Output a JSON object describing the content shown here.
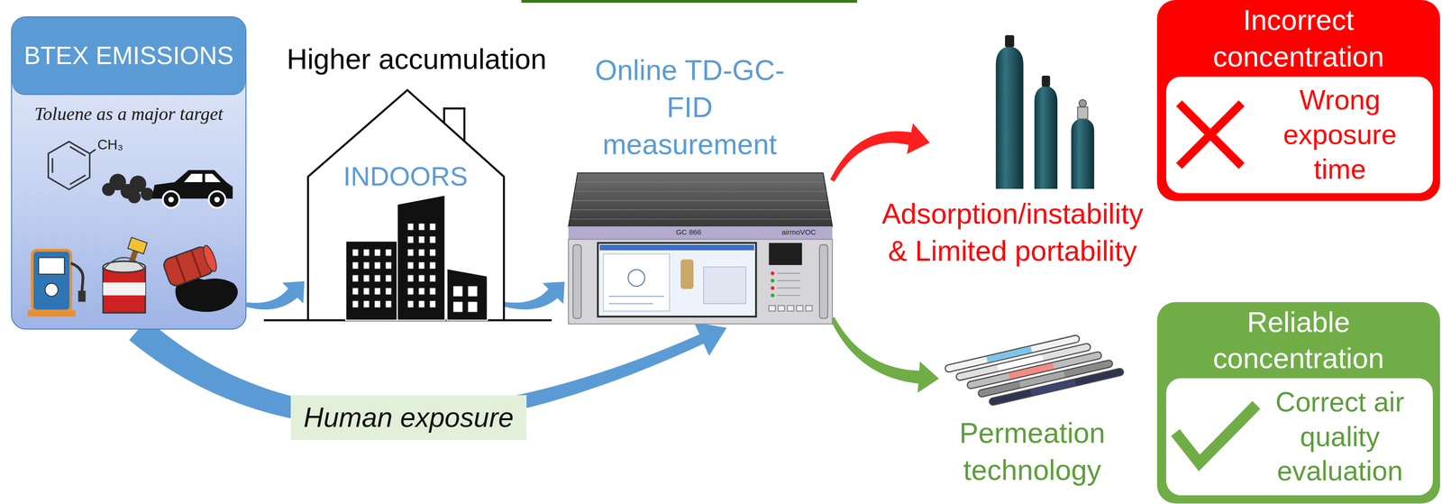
{
  "diagram": {
    "nodes": [
      {
        "text": [
          "BTEX EMISSIONS",
          "Toluene as a major target"
        ]
      },
      {
        "text": [
          "Higher accumulation",
          "INDOORS"
        ]
      },
      {
        "text": [
          "Online TD-GC-FID measurement"
        ]
      },
      {
        "text": [
          "Adsorption/instability & Limited portability"
        ]
      },
      {
        "text": [
          "Permeation technology"
        ]
      },
      {
        "text": [
          "Incorrect concentration"
        ]
      },
      {
        "text": [
          "Wrong exposure time"
        ],
        "in": 5
      },
      {
        "text": [
          "Reliable concentration"
        ]
      },
      {
        "text": [
          "Correct air quality evaluation"
        ],
        "in": 7
      }
    ],
    "edges": [
      {
        "from": 0,
        "to": 1,
        "arrow": "to"
      },
      {
        "from": 1,
        "to": 2,
        "arrow": "to"
      },
      {
        "from": 0,
        "to": 2,
        "label": "Human exposure",
        "arrow": "to"
      },
      {
        "from": 2,
        "to": 3,
        "arrow": "to"
      },
      {
        "from": 2,
        "to": 4,
        "arrow": "to"
      }
    ],
    "labels": [
      "CH₃",
      "GC 866",
      "airmoVOC"
    ]
  }
}
